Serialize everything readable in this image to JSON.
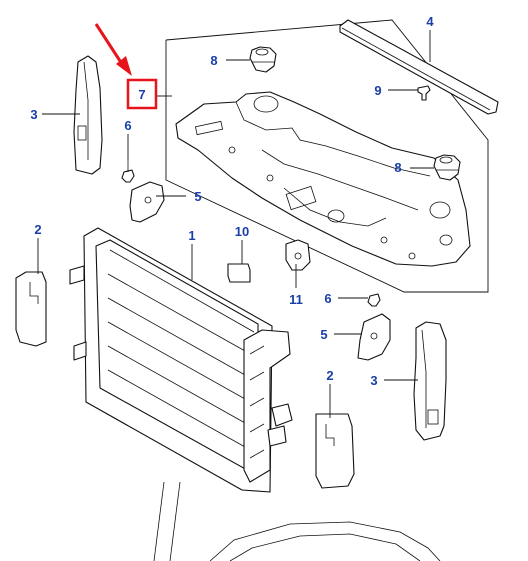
{
  "diagram": {
    "callouts": {
      "c1": "1",
      "c2a": "2",
      "c2b": "2",
      "c3a": "3",
      "c3b": "3",
      "c4": "4",
      "c5a": "5",
      "c5b": "5",
      "c6a": "6",
      "c6b": "6",
      "c7": "7",
      "c8a": "8",
      "c8b": "8",
      "c9": "9",
      "c10": "10",
      "c11": "11"
    },
    "colors": {
      "callout_text": "#1a3fa8",
      "highlight_box": "#e8141b",
      "highlight_arrow": "#e8141b",
      "line": "#111111"
    },
    "highlighted_part": "7"
  }
}
